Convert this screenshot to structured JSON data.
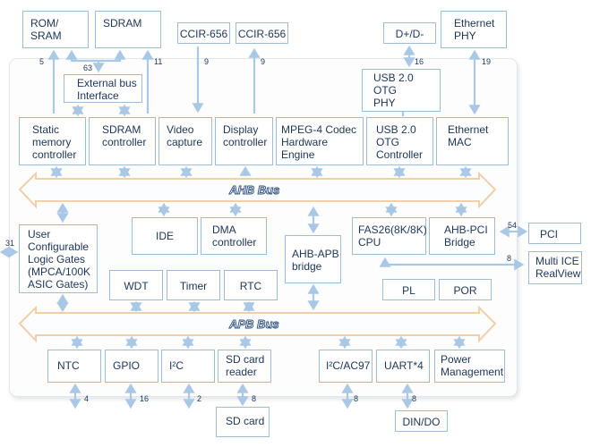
{
  "external": {
    "rom_sram": "ROM/\nSRAM",
    "sdram": "SDRAM",
    "ccir1": "CCIR-656",
    "ccir2": "CCIR-656",
    "dpdm": "D+/D-",
    "eth_phy": "Ethernet\nPHY",
    "pci": "PCI",
    "multi_ice": "Multi ICE\nRealView",
    "sd_card": "SD card",
    "din_do": "DIN/DO"
  },
  "chip": {
    "ext_bus": "External bus\nInterface",
    "usb_phy": "USB 2.0\nOTG\nPHY",
    "static_mem": "Static\nmemory\ncontroller",
    "sdram_ctrl": "SDRAM\ncontroller",
    "video": "Video\ncapture",
    "display": "Display\ncontroller",
    "mpeg4": "MPEG-4 Codec\nHardware Engine",
    "usb_ctrl": "USB 2.0\nOTG\nController",
    "eth_mac": "Ethernet\nMAC",
    "ahb_bus": "AHB Bus",
    "user_logic": "User\nConfigurable\nLogic Gates\n(MPCA/100K\n ASIC Gates)",
    "ide": "IDE",
    "dma": "DMA\ncontroller",
    "ahb_apb": "AHB-APB\nbridge",
    "cpu": "FAS26(8K/8K)\nCPU",
    "ahb_pci": "AHB-PCI\nBridge",
    "wdt": "WDT",
    "timer": "Timer",
    "rtc": "RTC",
    "pl": "PL",
    "por": "POR",
    "apb_bus": "APB Bus",
    "ntc": "NTC",
    "gpio": "GPIO",
    "i2c": "I²C",
    "sd_reader": "SD card\nreader",
    "i2c_ac97": "I²C/AC97",
    "uart": "UART*4",
    "power": "Power\nManagement"
  },
  "signals": {
    "rom": "5",
    "ext63": "63",
    "sdram": "11",
    "ccir1": "9",
    "ccir2": "9",
    "usb": "16",
    "eth": "19",
    "user": "31",
    "pci": "54",
    "ice": "8",
    "ntc": "4",
    "gpio": "16",
    "i2c": "2",
    "sd": "8",
    "ac97": "8",
    "uart": "8"
  },
  "colors": {
    "box_border": "#9dbcda",
    "arrow": "#a9c8e6",
    "bus_outline": "#f2cfa8",
    "text": "#1c3557"
  }
}
